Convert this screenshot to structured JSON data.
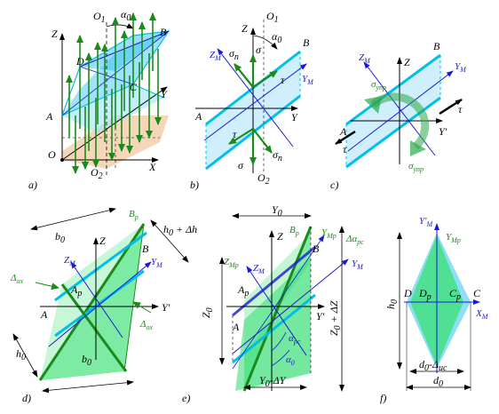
{
  "colors": {
    "cyan": "#00bfe8",
    "cyan_fill": "#cfeffc",
    "green": "#1a8a1a",
    "green_fill": "#3fe07a",
    "green_light": "#9af0b8",
    "blue": "#1a1ad8",
    "orange_fill": "#f3c8a0",
    "arrow_green": "#2ea84a"
  },
  "panel_a": {
    "caption": "a)",
    "labels": {
      "Z": "Z",
      "O1": "O",
      "O1_sub": "1",
      "alpha0": "α",
      "alpha0_sub": "0",
      "B": "B",
      "D": "D",
      "C": "C",
      "Y": "Y",
      "A": "A",
      "O": "O",
      "X": "X",
      "O2": "O",
      "O2_sub": "2"
    }
  },
  "panel_b": {
    "caption": "b)",
    "labels": {
      "Z": "Z",
      "O1": "O",
      "O1_sub": "1",
      "alpha0": "α",
      "alpha0_sub": "0",
      "B": "B",
      "Zm": "Z",
      "Zm_sub": "M",
      "sigma_n": "σ",
      "sigma_n_sub": "n",
      "sigma": "σ",
      "tau": "τ",
      "YM": "Y",
      "YM_sub": "M",
      "A": "A",
      "Y": "Y",
      "tau2": "τ",
      "sigma2": "σ",
      "sigma_n2": "σ",
      "sigma_n2_sub": "n",
      "O2": "O",
      "O2_sub": "2"
    }
  },
  "panel_c": {
    "caption": "c)",
    "labels": {
      "Zm": "Z",
      "Zm_sub": "M",
      "Z": "Z",
      "B": "B",
      "Ym": "Y",
      "Ym_sub": "M",
      "sigma_upr": "σ",
      "sigma_upr_sub": "упр",
      "tau": "τ",
      "A": "A",
      "Yp": "Y'",
      "tau2": "τ",
      "sigma_upr2": "σ",
      "sigma_upr2_sub": "упр"
    }
  },
  "panel_d": {
    "caption": "d)",
    "labels": {
      "b0": "b",
      "b0_sub": "0",
      "Bp": "B",
      "Bp_sub": "p",
      "h0dh": "h",
      "h0dh_sub": "0",
      "h0dh_rest": " + Δh",
      "Z": "Z",
      "B": "B",
      "Zm": "Z",
      "Zm_sub": "M",
      "Ym": "Y",
      "Ym_sub": "M",
      "Dox": "Δ",
      "Dox_sub": "ox",
      "Ap": "A",
      "Ap_sub": "p",
      "A": "A",
      "Yp": "Y'",
      "Dox2": "Δ",
      "Dox2_sub": "ox",
      "h0": "h",
      "h0_sub": "0",
      "b0b": "b",
      "b0b_sub": "0"
    }
  },
  "panel_e": {
    "caption": "e)",
    "labels": {
      "Y0": "Y",
      "Y0_sub": "0",
      "Bp": "B",
      "Bp_sub": "p",
      "Ymp": "Y",
      "Ymp_sub": "Mp",
      "dalpha": "Δα",
      "dalpha_sub": "pc",
      "Z": "Z",
      "Zmp": "Z",
      "Zmp_sub": "Mp",
      "Zm": "Z",
      "Zm_sub": "M",
      "B": "B",
      "Ym": "Y",
      "Ym_sub": "M",
      "Z0": "Z",
      "Z0_sub": "0",
      "Z0dZ": "Z",
      "Z0dZ_sub": "0",
      "Z0dZ_rest": " + ΔZ",
      "Ap": "A",
      "Ap_sub": "p",
      "A": "A",
      "Yp": "Y'",
      "alpha_pc": "α",
      "alpha_pc_sub": "pc",
      "alpha0": "α",
      "alpha0_sub": "0",
      "Y0dY": "Y",
      "Y0dY_sub": "0",
      "Y0dY_rest": "-ΔY"
    }
  },
  "panel_f": {
    "caption": "f)",
    "labels": {
      "Ym": "Y'",
      "Ym_sub": "M",
      "Ymp": "Y",
      "Ymp_sub": "Mp",
      "D": "D",
      "Dp": "D",
      "Dp_sub": "p",
      "Cp": "C",
      "Cp_sub": "p",
      "C": "C",
      "Xm": "X",
      "Xm_sub": "M",
      "h0": "h",
      "h0_sub": "0",
      "d0dm": "d",
      "d0dm_sub": "0",
      "d0dm_rest": "-Δ",
      "d0dm_sub2": "ис",
      "d0": "d",
      "d0_sub": "0"
    }
  }
}
